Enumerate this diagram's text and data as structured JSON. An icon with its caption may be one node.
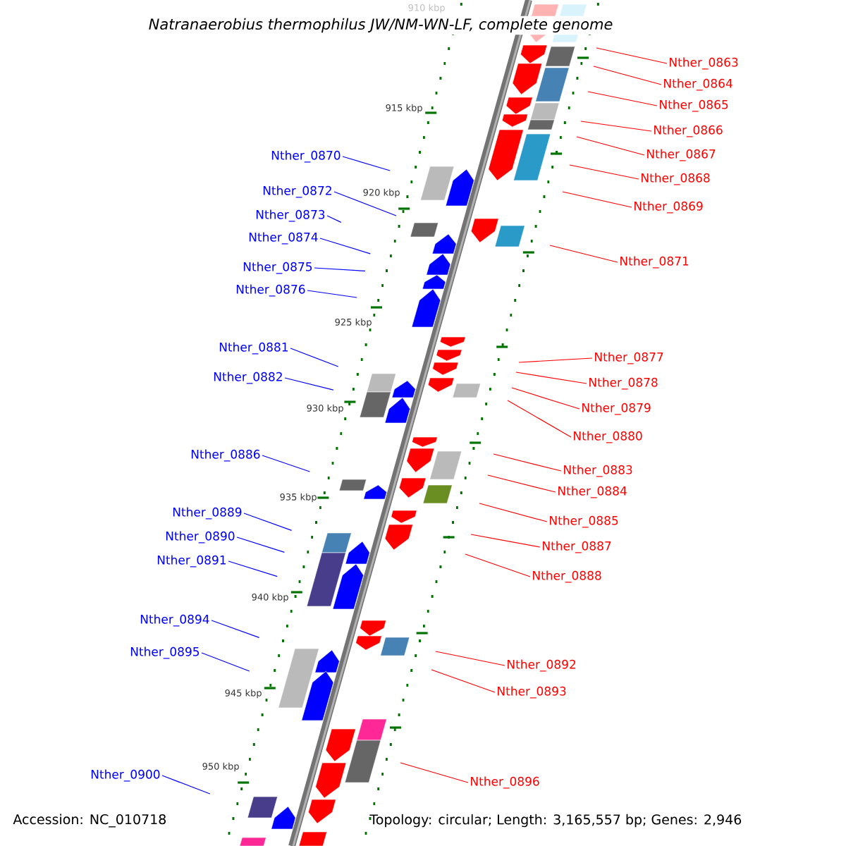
{
  "diagram": {
    "title": "Natranaerobius thermophilus JW/NM-WN-LF, complete genome",
    "nodes": [
      {
        "text": [
          "Nther_0863"
        ]
      },
      {
        "text": [
          "Nther_0864"
        ]
      },
      {
        "text": [
          "Nther_0865"
        ]
      },
      {
        "text": [
          "Nther_0866"
        ]
      },
      {
        "text": [
          "Nther_0867"
        ]
      },
      {
        "text": [
          "Nther_0868"
        ]
      },
      {
        "text": [
          "Nther_0869"
        ]
      },
      {
        "text": [
          "Nther_0870"
        ]
      },
      {
        "text": [
          "Nther_0871"
        ]
      },
      {
        "text": [
          "Nther_0872"
        ]
      },
      {
        "text": [
          "Nther_0873"
        ]
      },
      {
        "text": [
          "Nther_0874"
        ]
      },
      {
        "text": [
          "Nther_0875"
        ]
      },
      {
        "text": [
          "Nther_0876"
        ]
      },
      {
        "text": [
          "Nther_0877"
        ]
      },
      {
        "text": [
          "Nther_0878"
        ]
      },
      {
        "text": [
          "Nther_0879"
        ]
      },
      {
        "text": [
          "Nther_0880"
        ]
      },
      {
        "text": [
          "Nther_0881"
        ]
      },
      {
        "text": [
          "Nther_0882"
        ]
      },
      {
        "text": [
          "Nther_0883"
        ]
      },
      {
        "text": [
          "Nther_0884"
        ]
      },
      {
        "text": [
          "Nther_0885"
        ]
      },
      {
        "text": [
          "Nther_0886"
        ]
      },
      {
        "text": [
          "Nther_0887"
        ]
      },
      {
        "text": [
          "Nther_0888"
        ]
      },
      {
        "text": [
          "Nther_0889"
        ]
      },
      {
        "text": [
          "Nther_0890"
        ]
      },
      {
        "text": [
          "Nther_0891"
        ]
      },
      {
        "text": [
          "Nther_0892"
        ]
      },
      {
        "text": [
          "Nther_0893"
        ]
      },
      {
        "text": [
          "Nther_0894"
        ]
      },
      {
        "text": [
          "Nther_0895"
        ]
      },
      {
        "text": [
          "Nther_0896"
        ]
      },
      {
        "text": [
          "Nther_0900"
        ]
      }
    ],
    "edges": [
      {
        "from": 0,
        "to": null,
        "arrow": "none"
      },
      {
        "from": 1,
        "to": null,
        "arrow": "none"
      },
      {
        "from": 2,
        "to": null,
        "arrow": "none"
      },
      {
        "from": 3,
        "to": null,
        "arrow": "none"
      },
      {
        "from": 4,
        "to": null,
        "arrow": "none"
      },
      {
        "from": 5,
        "to": null,
        "arrow": "none"
      },
      {
        "from": 6,
        "to": null,
        "arrow": "none"
      },
      {
        "from": 7,
        "to": null,
        "arrow": "none",
        "color": "#0000ff"
      },
      {
        "from": 8,
        "to": null,
        "arrow": "none"
      },
      {
        "from": 9,
        "to": null,
        "arrow": "none",
        "color": "#0000ff"
      },
      {
        "from": 10,
        "to": null,
        "arrow": "none",
        "color": "#0000ff"
      },
      {
        "from": 11,
        "to": null,
        "arrow": "none",
        "color": "#0000ff"
      },
      {
        "from": 12,
        "to": null,
        "arrow": "none",
        "color": "#0000ff"
      },
      {
        "from": 13,
        "to": null,
        "arrow": "none",
        "color": "#0000ff"
      },
      {
        "from": 14,
        "to": null,
        "arrow": "none"
      },
      {
        "from": 15,
        "to": null,
        "arrow": "none"
      },
      {
        "from": 16,
        "to": null,
        "arrow": "none"
      },
      {
        "from": 17,
        "to": null,
        "arrow": "none"
      },
      {
        "from": 18,
        "to": null,
        "arrow": "none",
        "color": "#0000ff"
      },
      {
        "from": 19,
        "to": null,
        "arrow": "none",
        "color": "#0000ff"
      },
      {
        "from": 20,
        "to": null,
        "arrow": "none"
      },
      {
        "from": 21,
        "to": null,
        "arrow": "none"
      },
      {
        "from": 22,
        "to": null,
        "arrow": "none"
      },
      {
        "from": 23,
        "to": null,
        "arrow": "none",
        "color": "#0000ff"
      },
      {
        "from": 24,
        "to": null,
        "arrow": "none"
      },
      {
        "from": 25,
        "to": null,
        "arrow": "none"
      },
      {
        "from": 26,
        "to": null,
        "arrow": "none",
        "color": "#0000ff"
      },
      {
        "from": 27,
        "to": null,
        "arrow": "none",
        "color": "#0000ff"
      },
      {
        "from": 28,
        "to": null,
        "arrow": "none",
        "color": "#0000ff"
      },
      {
        "from": 29,
        "to": null,
        "arrow": "none"
      },
      {
        "from": 30,
        "to": null,
        "arrow": "none"
      },
      {
        "from": 31,
        "to": null,
        "arrow": "none",
        "color": "#0000ff"
      },
      {
        "from": 32,
        "to": null,
        "arrow": "none",
        "color": "#0000ff"
      },
      {
        "from": 33,
        "to": null,
        "arrow": "none"
      },
      {
        "from": 34,
        "to": null,
        "arrow": "none",
        "color": "#0000ff"
      }
    ],
    "labels": [
      "910 kbp",
      "915 kbp",
      "920 kbp",
      "925 kbp",
      "930 kbp",
      "935 kbp",
      "940 kbp",
      "945 kbp",
      "950 kbp",
      "Accession: NC_010718",
      "Topology: circular; Length: 3,165,557 bp; Genes: 2,946"
    ]
  }
}
